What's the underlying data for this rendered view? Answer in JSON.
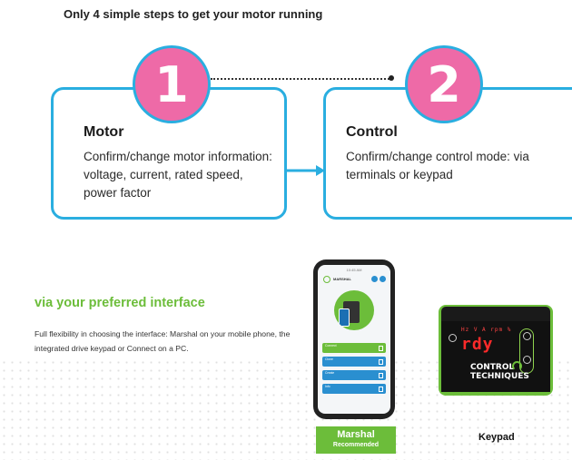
{
  "headline": "Only 4 simple steps to get your motor running",
  "steps": [
    {
      "number": "1",
      "title": "Motor",
      "body": "Confirm/change motor information: voltage, current, rated speed, power factor"
    },
    {
      "number": "2",
      "title": "Control",
      "body": "Confirm/change control mode: via terminals or keypad"
    }
  ],
  "interface": {
    "title": "via your preferred interface",
    "description": "Full flexibility in choosing the interface: Marshal on your mobile phone, the integrated drive keypad or Connect on a PC."
  },
  "phone": {
    "status": "10:45 AM",
    "brand": "MARSHAL",
    "menu": [
      {
        "label": "Connect"
      },
      {
        "label": "Clone"
      },
      {
        "label": "Create"
      },
      {
        "label": "Info"
      }
    ]
  },
  "marshal": {
    "name": "Marshal",
    "tag": "Recommended"
  },
  "keypad": {
    "label": "Keypad",
    "display_small": "Hz V A rpm %",
    "display_main": "rdy",
    "brand_line1": "CONTROL",
    "brand_line2": "TECHNIQUES"
  },
  "colors": {
    "accent_blue": "#2aaee0",
    "badge_pink": "#ee6aa7",
    "brand_green": "#6cbd3a"
  }
}
